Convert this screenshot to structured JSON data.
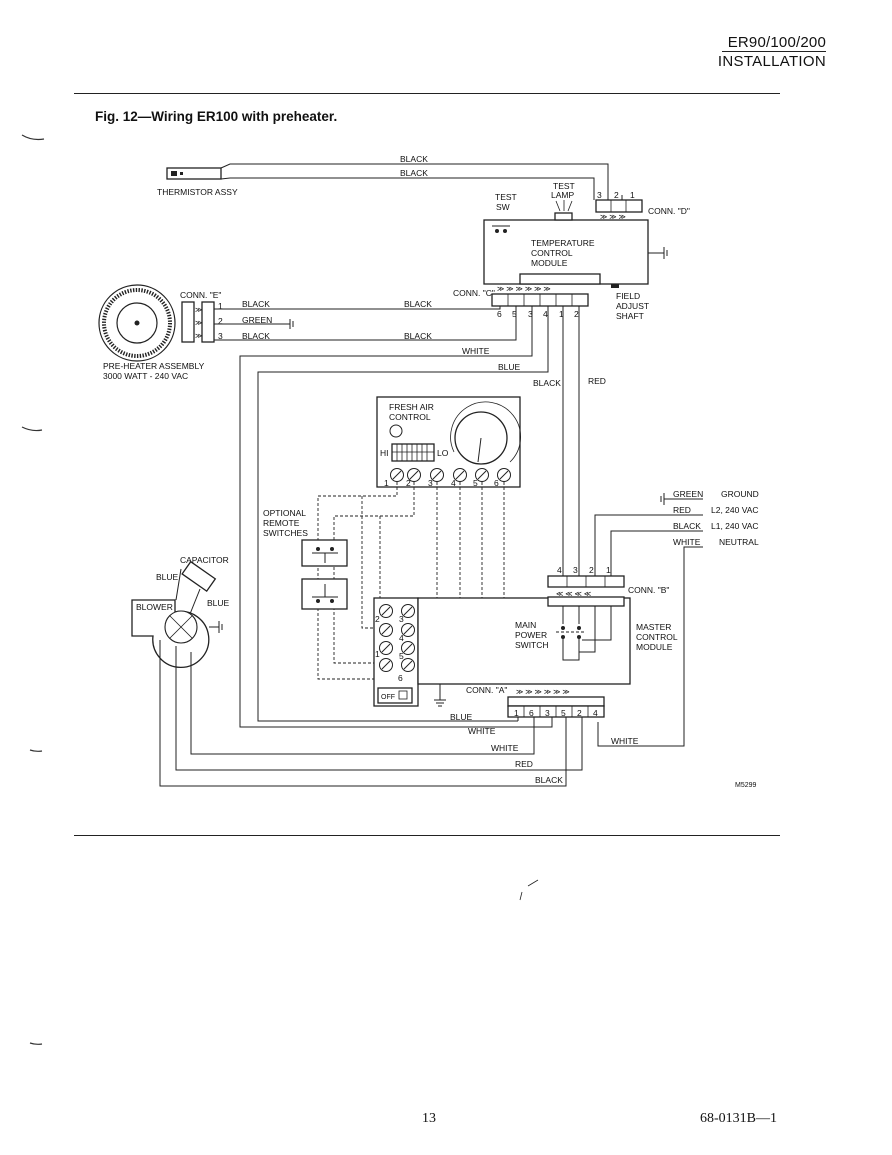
{
  "header": {
    "model": "ER90/100/200",
    "section": "INSTALLATION"
  },
  "figure": {
    "title": "Fig. 12—Wiring ER100 with preheater.",
    "code": "M5299"
  },
  "components": {
    "thermistor": "THERMISTOR ASSY",
    "test_sw": [
      "TEST",
      "SW"
    ],
    "test_lamp": [
      "TEST",
      "LAMP"
    ],
    "conn_d": "CONN. \"D\"",
    "conn_c": "CONN. \"C\"",
    "conn_e": "CONN. \"E\"",
    "conn_b": "CONN. \"B\"",
    "conn_a": "CONN. \"A\"",
    "tcm": [
      "TEMPERATURE",
      "CONTROL",
      "MODULE"
    ],
    "field_adjust": [
      "FIELD",
      "ADJUST",
      "SHAFT"
    ],
    "preheater": [
      "PRE-HEATER ASSEMBLY",
      "3000 WATT - 240 VAC"
    ],
    "fresh_air": [
      "FRESH AIR",
      "CONTROL"
    ],
    "hi": "HI",
    "lo": "LO",
    "optional_switches": [
      "OPTIONAL",
      "REMOTE",
      "SWITCHES"
    ],
    "capacitor": "CAPACITOR",
    "blower": "BLOWER",
    "main_power": [
      "MAIN",
      "POWER",
      "SWITCH"
    ],
    "master": [
      "MASTER",
      "CONTROL",
      "MODULE"
    ],
    "off": "OFF"
  },
  "supply": [
    {
      "color": "GREEN",
      "label": "GROUND"
    },
    {
      "color": "RED",
      "label": "L2, 240 VAC"
    },
    {
      "color": "BLACK",
      "label": "L1, 240 VAC"
    },
    {
      "color": "WHITE",
      "label": "NEUTRAL"
    }
  ],
  "wires": {
    "black": "BLACK",
    "green": "GREEN",
    "white": "WHITE",
    "blue": "BLUE",
    "red": "RED"
  },
  "pins": {
    "conn_d": [
      "3",
      "2",
      "1"
    ],
    "conn_c": [
      "6",
      "5",
      "3",
      "4",
      "1",
      "2"
    ],
    "conn_e": [
      "1",
      "2",
      "3"
    ],
    "conn_b": [
      "4",
      "3",
      "2",
      "1"
    ],
    "conn_a": [
      "1",
      "6",
      "3",
      "5",
      "2",
      "4"
    ],
    "fresh_air": [
      "1",
      "2",
      "3",
      "4",
      "5",
      "6"
    ],
    "switch_terminals": [
      "2",
      "3",
      "1",
      "4",
      "5",
      "6"
    ]
  },
  "footer": {
    "page": "13",
    "doc": "68-0131B—1"
  }
}
